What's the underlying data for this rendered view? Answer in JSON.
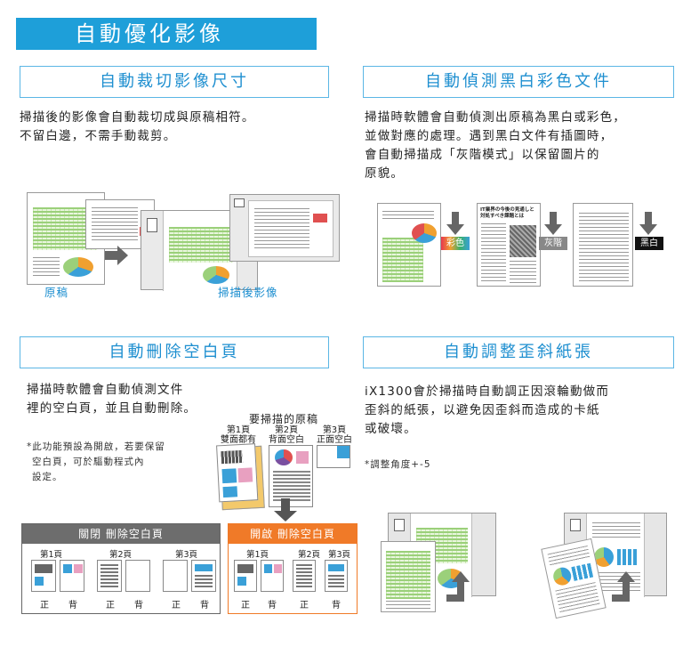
{
  "banner": "自動優化影像",
  "sections": {
    "crop": {
      "title": "自動裁切影像尺寸",
      "text": [
        "掃描後的影像會自動裁切成與原稿相符。",
        "不留白邊，不需手動裁剪。"
      ],
      "label_original": "原稿",
      "label_scanned": "掃描後影像"
    },
    "color": {
      "title": "自動偵測黑白彩色文件",
      "text": [
        "掃描時軟體會自動偵測出原稿為黑白或彩色，",
        "並做對應的處理。遇到黑白文件有插圖時，",
        "會自動掃描成「灰階模式」以保留圖片的",
        "原貌。"
      ],
      "tag_color": "彩色",
      "tag_gray": "灰階",
      "tag_bw": "黑白",
      "doc_heading": "IT業界の今後の見通しと",
      "doc_heading2": "対処すべき課題とは"
    },
    "blank": {
      "title": "自動刪除空白頁",
      "text": [
        "掃描時軟體會自動偵測文件",
        "裡的空白頁，並且自動刪除。"
      ],
      "note": [
        "*此功能預設為開啟，若要保留",
        "空白頁，可於驅動程式內",
        "設定。"
      ],
      "originals_label": "要掃描的原稿",
      "page_labels": [
        {
          "page": "第1頁",
          "desc": "雙面都有"
        },
        {
          "page": "第2頁",
          "desc": "背面空白"
        },
        {
          "page": "第3頁",
          "desc": "正面空白"
        }
      ],
      "off_title": "關閉 刪除空白頁",
      "on_title": "開啟 刪除空白頁",
      "off_pages": [
        "第1頁",
        "第2頁",
        "第3頁"
      ],
      "on_pages": [
        "第1頁",
        "第2頁",
        "第3頁"
      ],
      "front": "正",
      "back": "背"
    },
    "skew": {
      "title": "自動調整歪斜紙張",
      "text": [
        "iX1300會於掃描時自動調正因滾輪動做而",
        "歪斜的紙張，以避免因歪斜而造成的卡紙",
        "或破壞。"
      ],
      "note": "*調整角度+-5"
    }
  },
  "colors": {
    "banner": "#1e9fd9",
    "title_border": "#5bb6e5",
    "title_text": "#1e8fd0",
    "off_panel": "#6d6d6d",
    "on_panel": "#f07a28",
    "tag_color": "#e8374f",
    "tag_gray": "#888888",
    "tag_bw": "#111111"
  }
}
